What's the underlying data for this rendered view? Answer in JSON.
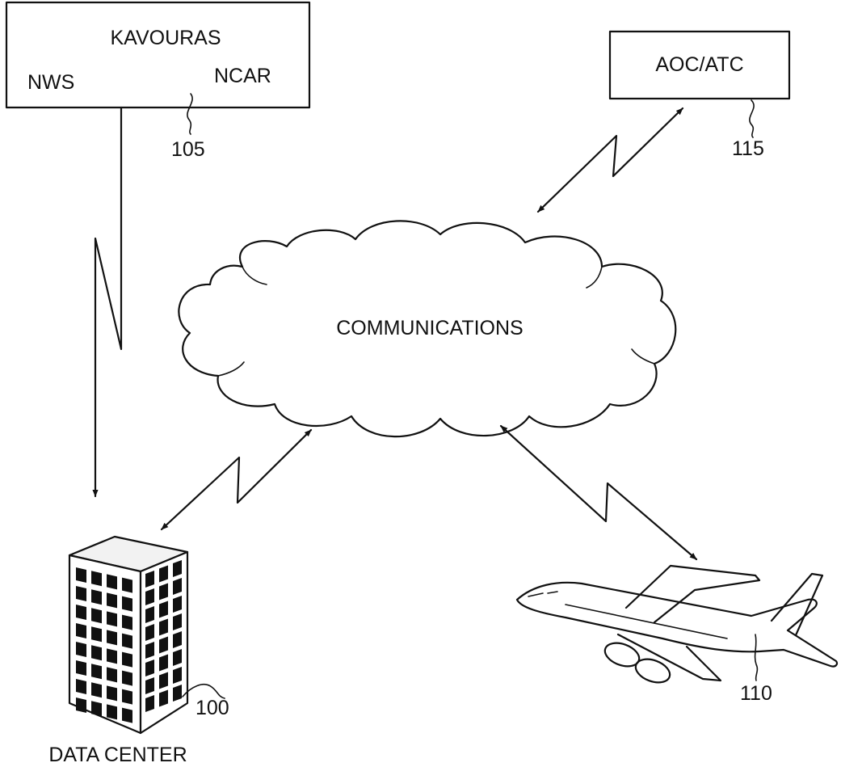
{
  "source_box": {
    "title": "KAVOURAS",
    "left_label": "NWS",
    "right_label": "NCAR",
    "ref": "105"
  },
  "aoc_box": {
    "label": "AOC/ATC",
    "ref": "115"
  },
  "cloud": {
    "label": "COMMUNICATIONS"
  },
  "data_center": {
    "label": "DATA CENTER",
    "ref": "100"
  },
  "aircraft": {
    "ref": "110"
  }
}
